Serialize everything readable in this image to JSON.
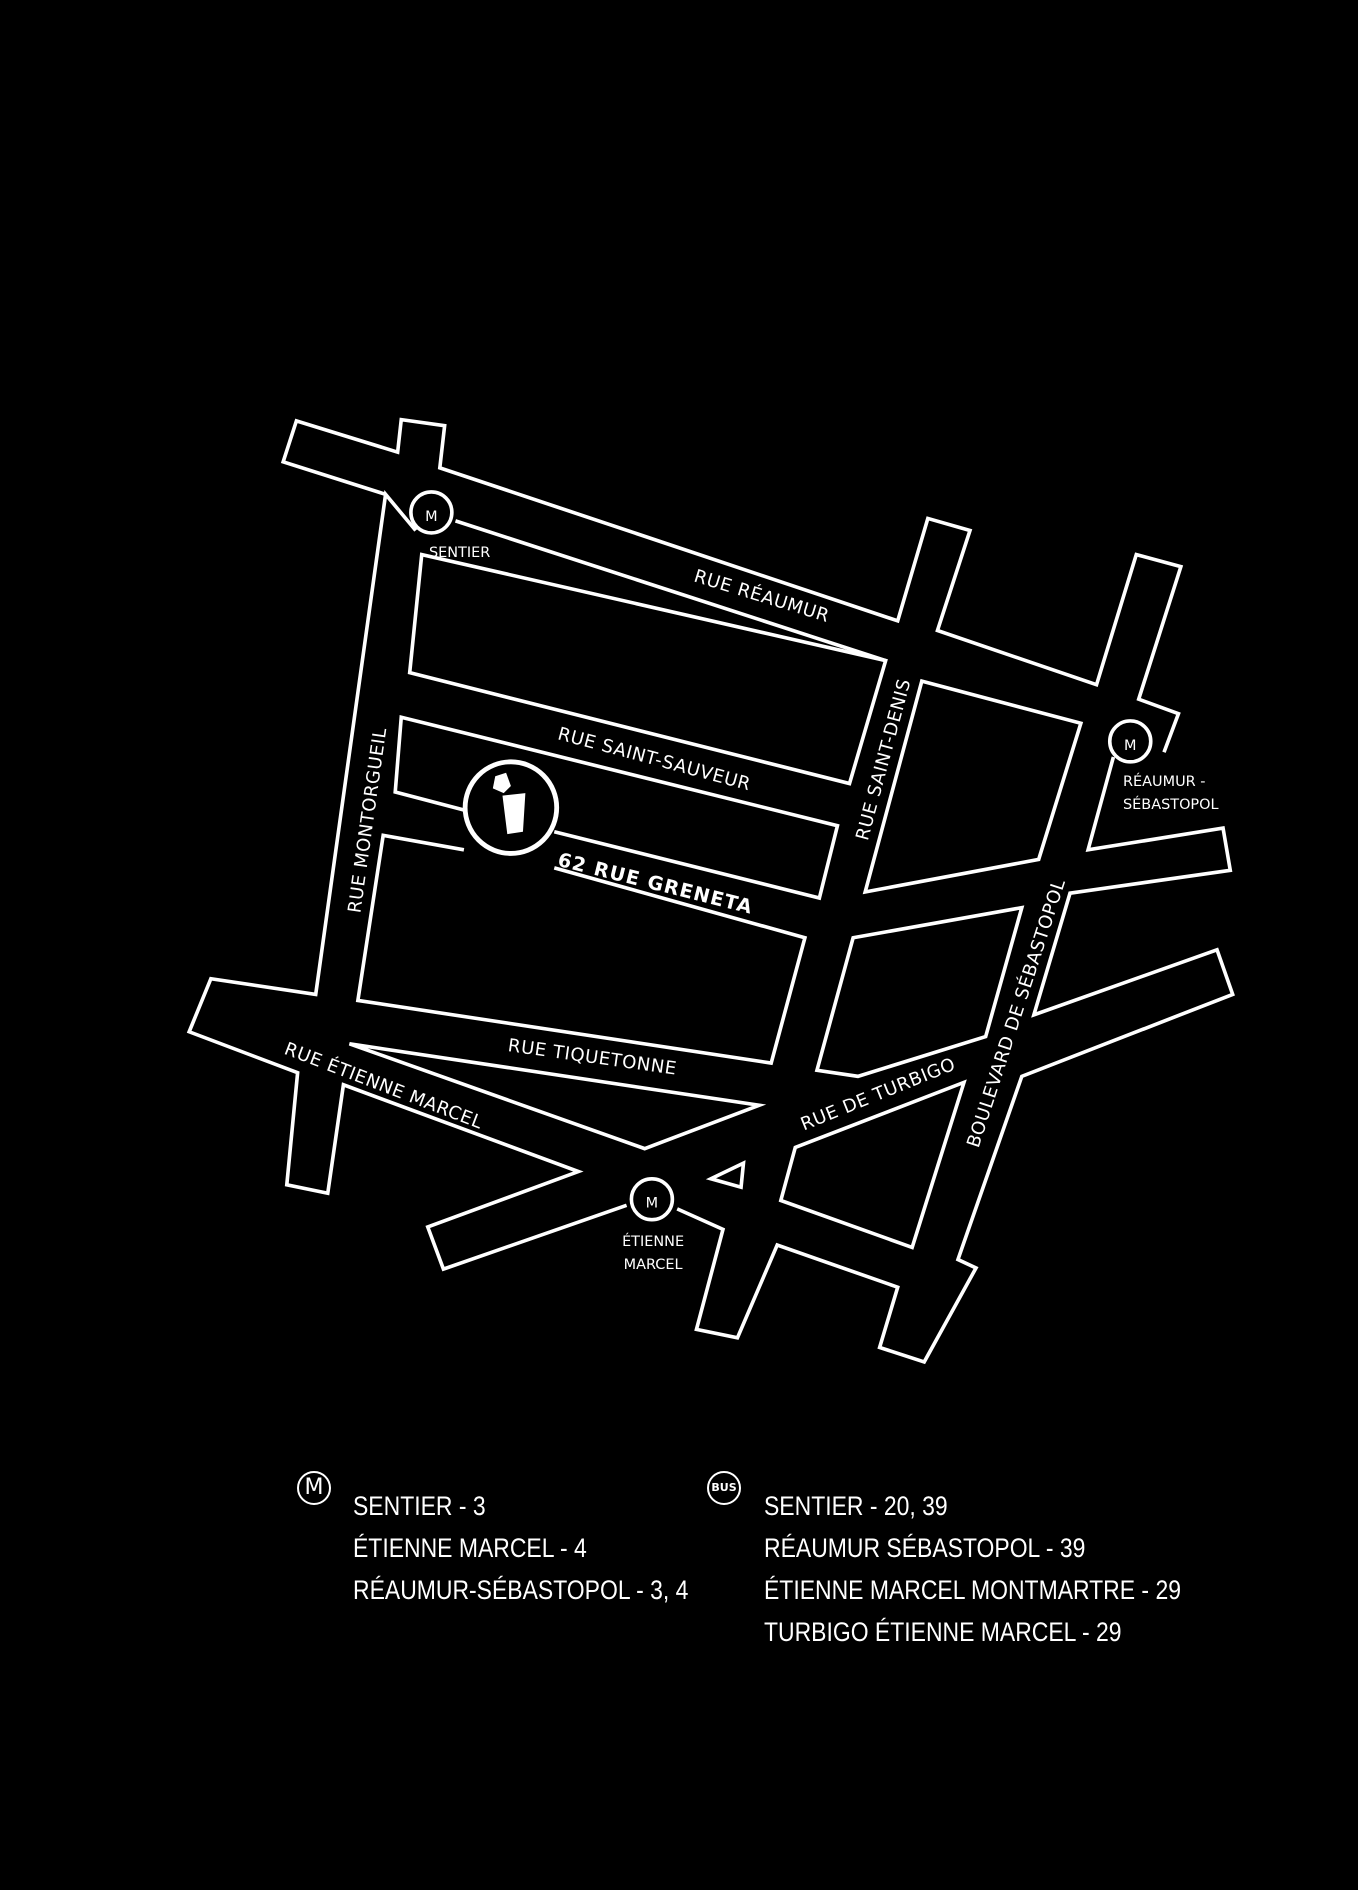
{
  "map": {
    "address": "62 RUE GRENETA",
    "streets": {
      "reaumur": "RUE RÉAUMUR",
      "saint_sauveur": "RUE SAINT-SAUVEUR",
      "montorgueil": "RUE MONTORGUEIL",
      "saint_denis": "RUE SAINT-DENIS",
      "tiquetonne": "RUE TIQUETONNE",
      "etienne_marcel": "RUE ÉTIENNE MARCEL",
      "turbigo": "RUE DE TURBIGO",
      "sebastopol": "BOULEVARD DE SÉBASTOPOL"
    },
    "stations": {
      "metro_symbol": "M",
      "sentier": "SENTIER",
      "reaumur_1": "RÉAUMUR -",
      "reaumur_2": "SÉBASTOPOL",
      "etienne_1": "ÉTIENNE",
      "etienne_2": "MARCEL"
    }
  },
  "legend": {
    "metro_symbol": "M",
    "bus_symbol": "BUS",
    "metro": [
      "SENTIER - 3",
      "ÉTIENNE MARCEL - 4",
      "RÉAUMUR-SÉBASTOPOL - 3, 4"
    ],
    "bus": [
      "SENTIER - 20, 39",
      "RÉAUMUR SÉBASTOPOL - 39",
      "ÉTIENNE MARCEL MONTMARTRE - 29",
      "TURBIGO ÉTIENNE MARCEL - 29"
    ]
  }
}
